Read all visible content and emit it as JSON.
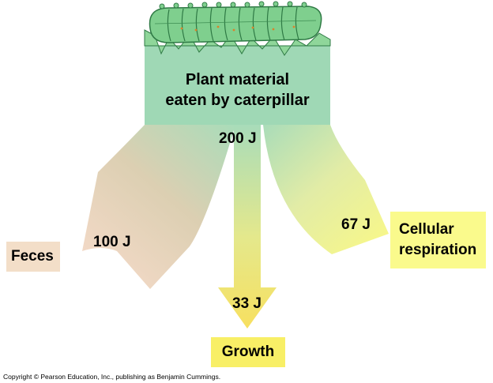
{
  "source": {
    "line1": "Plant material",
    "line2": "eaten by caterpillar",
    "energy": "200 J"
  },
  "flows": {
    "feces": {
      "label": "Feces",
      "energy": "100 J"
    },
    "respiration": {
      "line1": "Cellular",
      "line2": "respiration",
      "energy": "67 J"
    },
    "growth": {
      "label": "Growth",
      "energy": "33 J"
    }
  },
  "copyright": "Copyright © Pearson Education, Inc., publishing as Benjamin Cummings.",
  "colors": {
    "source_box": "#9fd8b5",
    "caterpillar_body": "#7fcf8e",
    "caterpillar_outline": "#2f7a45",
    "leaf": "#8fd69a",
    "feces_box": "#f3dec8",
    "respiration_box": "#fafa8c",
    "growth_box": "#f8ef66"
  }
}
